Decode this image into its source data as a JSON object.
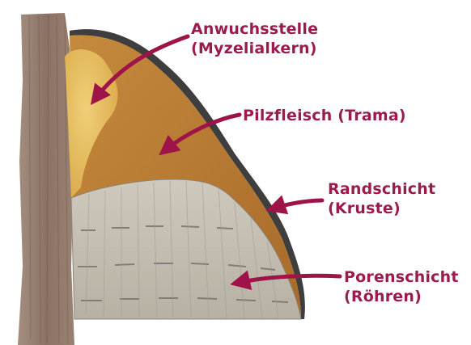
{
  "labels": {
    "anwuchsstelle": {
      "line1": "Anwuchsstelle",
      "line2": "(Myzelialkern)"
    },
    "pilzfleisch": {
      "line1": "Pilzfleisch (Trama)"
    },
    "randschicht": {
      "line1": "Randschicht",
      "line2": "(Kruste)"
    },
    "porenschicht": {
      "line1": "Porenschicht",
      "line2": "(Röhren)"
    }
  },
  "colors": {
    "label_text": "#9b1b4e",
    "arrow": "#9e1448",
    "bark": "#8d7566",
    "trama": "#b87a32",
    "core": "#e2b655",
    "pores": "#c2bcb0",
    "crust": "#4a4a4a"
  }
}
